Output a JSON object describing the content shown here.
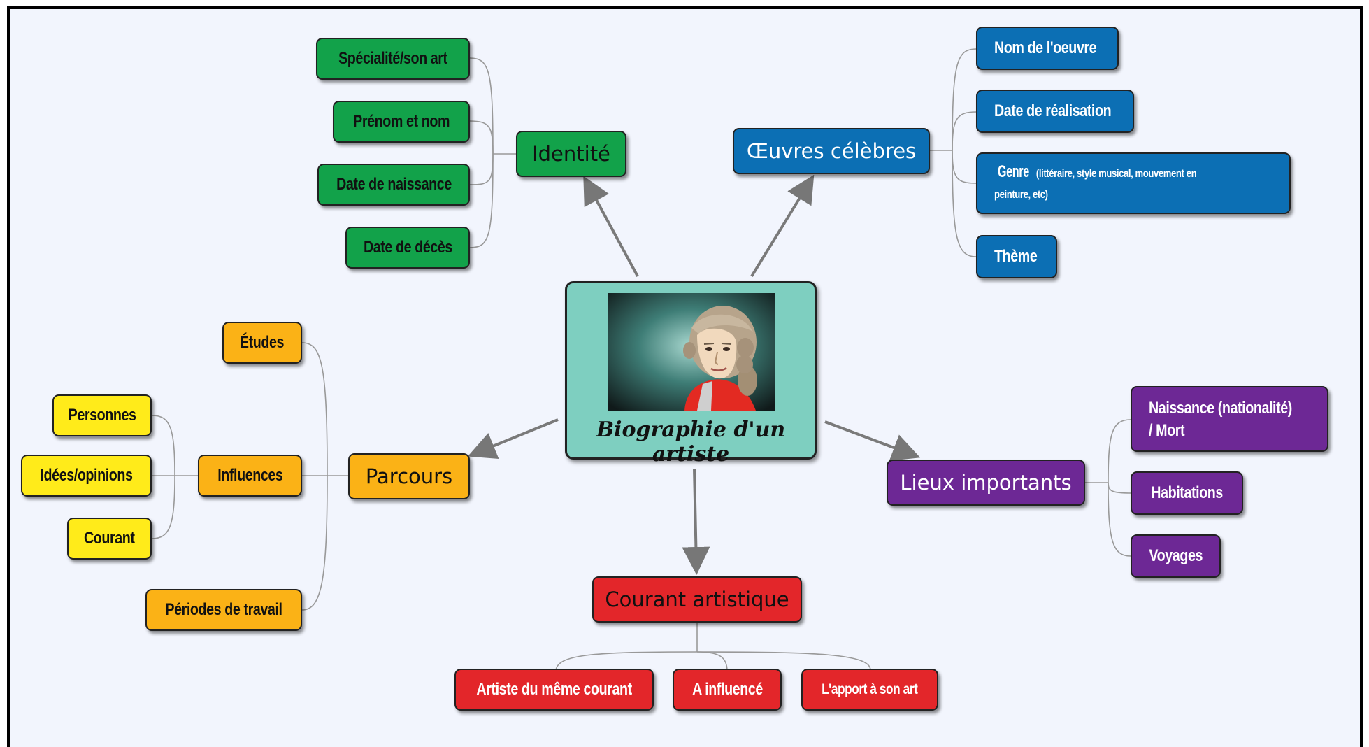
{
  "center": {
    "title": "Biographie d'un artiste"
  },
  "branches": {
    "identite": {
      "label": "Identité",
      "color": "#12a24a",
      "items": [
        "Spécialité/son art",
        "Prénom et nom",
        "Date de naissance",
        "Date de décès"
      ]
    },
    "oeuvres": {
      "label": "Œuvres célèbres",
      "color": "#0c6fb4",
      "items": [
        "Nom de l'oeuvre",
        "Date de réalisation",
        "Genre",
        "Thème"
      ],
      "genre_detail_1": "(littéraire, style musical, mouvement en",
      "genre_detail_2": "peinture, etc)"
    },
    "parcours": {
      "label": "Parcours",
      "color": "#fbb216",
      "items": [
        "Études",
        "Influences",
        "Périodes de travail"
      ],
      "influences_items": [
        "Personnes",
        "Idées/opinions",
        "Courant"
      ]
    },
    "lieux": {
      "label": "Lieux importants",
      "color": "#6d2895",
      "items": [
        "Naissance (nationalité)",
        "/ Mort",
        "Habitations",
        "Voyages"
      ]
    },
    "courant": {
      "label": "Courant artistique",
      "color": "#e3262a",
      "items": [
        "Artiste du même courant",
        "A influencé",
        "L'apport à son art"
      ]
    }
  }
}
